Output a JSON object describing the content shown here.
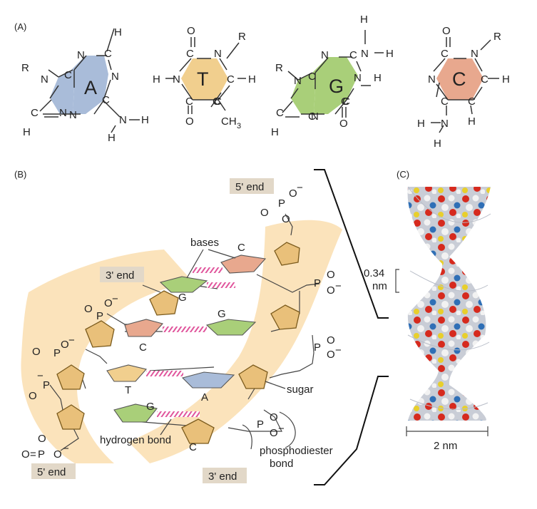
{
  "panels": {
    "a": "(A)",
    "b": "(B)",
    "c": "(C)"
  },
  "colors": {
    "A": "#a9bcd9",
    "T": "#f1cf8e",
    "G": "#a9cf79",
    "C": "#e8a88e",
    "backbone": "#fbe3bb",
    "sugar": "#d9a545",
    "hbond": "#e0559c"
  },
  "bases": {
    "A": {
      "letter": "A",
      "atoms": [
        "R",
        "N",
        "N",
        "C",
        "H",
        "N",
        "C",
        "C",
        "N",
        "C",
        "H",
        "N",
        "N",
        "H",
        "H"
      ]
    },
    "T": {
      "letter": "T",
      "atoms": [
        "O",
        "C",
        "N",
        "R",
        "H",
        "N",
        "C",
        "C",
        "H",
        "C",
        "C",
        "O",
        "CH",
        "3"
      ]
    },
    "G": {
      "letter": "G",
      "atoms": [
        "H",
        "N",
        "H",
        "R",
        "N",
        "N",
        "C",
        "C",
        "N",
        "H",
        "C",
        "C",
        "N",
        "C",
        "C",
        "H",
        "O"
      ]
    },
    "C": {
      "letter": "C",
      "atoms": [
        "O",
        "C",
        "N",
        "R",
        "N",
        "C",
        "H",
        "C",
        "C",
        "H",
        "N",
        "H",
        "H"
      ]
    }
  },
  "labels": {
    "five_end_top": "5' end",
    "three_end_left": "3' end",
    "five_end_bottom": "5' end",
    "three_end_bottom": "3' end",
    "bases": "bases",
    "sugar": "sugar",
    "hydrogen_bond": "hydrogen bond",
    "phosphodiester_1": "phosphodiester",
    "phosphodiester_2": "bond"
  },
  "strand_letters": {
    "top_c": "C",
    "left_g1": "G",
    "right_g": "G",
    "left_c": "C",
    "t": "T",
    "a": "A",
    "g_low": "G",
    "c_low": "C"
  },
  "phosphate": {
    "p": "P",
    "o": "O",
    "minus": "−",
    "eq": "="
  },
  "measures": {
    "rise_1": "0.34",
    "rise_2": "nm",
    "width": "2 nm"
  }
}
